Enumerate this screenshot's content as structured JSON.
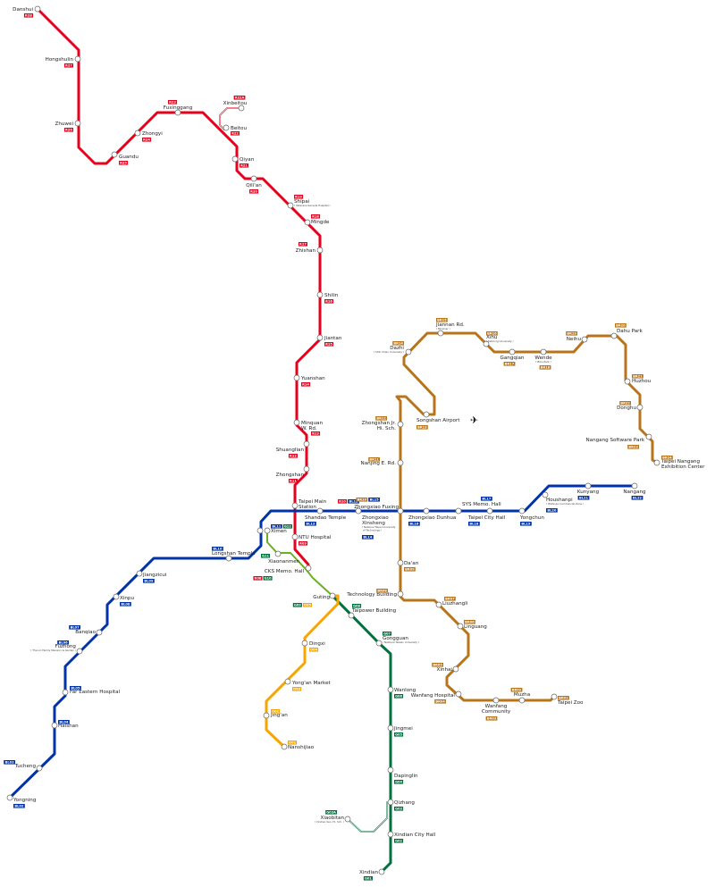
{
  "line_colors": {
    "R": "#e8001c",
    "BL": "#0033a8",
    "G": "#00703c",
    "G_branch": "#6ab023",
    "O": "#f8a500",
    "BR": "#b8741a"
  },
  "icons": {
    "airport": "airport-icon"
  },
  "stations": [
    {
      "name": "Danshui",
      "codes": [
        "R28"
      ]
    },
    {
      "name": "Hongshulin",
      "codes": [
        "R27"
      ]
    },
    {
      "name": "Zhuwei",
      "codes": [
        "R26"
      ]
    },
    {
      "name": "Guandu",
      "codes": [
        "R25"
      ]
    },
    {
      "name": "Zhongyi",
      "codes": [
        "R24"
      ]
    },
    {
      "name": "Fuxinggang",
      "codes": [
        "R23"
      ]
    },
    {
      "name": "Xinbeitou",
      "codes": [
        "R22A"
      ]
    },
    {
      "name": "Beitou",
      "codes": [
        "R22"
      ]
    },
    {
      "name": "Qiyan",
      "codes": [
        "R21"
      ]
    },
    {
      "name": "Qili'an",
      "codes": [
        "R20"
      ]
    },
    {
      "name": "Shipai",
      "sub": "( Veterans General Hospital )",
      "codes": [
        "R19"
      ]
    },
    {
      "name": "Mingde",
      "codes": [
        "R18"
      ]
    },
    {
      "name": "Zhishan",
      "codes": [
        "R17"
      ]
    },
    {
      "name": "Shilin",
      "codes": [
        "R16"
      ]
    },
    {
      "name": "Jiantan",
      "codes": [
        "R15"
      ]
    },
    {
      "name": "Yuanshan",
      "codes": [
        "R14"
      ]
    },
    {
      "name": "Minquan\nW. Rd.",
      "codes": [
        "R13"
      ]
    },
    {
      "name": "Shuanglian",
      "codes": [
        "R12"
      ]
    },
    {
      "name": "Zhongshan",
      "codes": [
        "R11"
      ]
    },
    {
      "name": "Taipei Main\nStation",
      "codes": [
        "R10",
        "BL12"
      ]
    },
    {
      "name": "NTU Hospital",
      "codes": [
        "R09"
      ]
    },
    {
      "name": "CKS Memo. Hall",
      "codes": [
        "R08",
        "G10"
      ]
    },
    {
      "name": "Yongning",
      "codes": [
        "BL02"
      ]
    },
    {
      "name": "Tucheng",
      "codes": [
        "BL03"
      ]
    },
    {
      "name": "Haishan",
      "codes": [
        "BL04"
      ]
    },
    {
      "name": "Far Eastern Hospital",
      "codes": [
        "BL05"
      ]
    },
    {
      "name": "Fuzhong",
      "sub": "( The Lin Family Mansion & Garden )",
      "codes": [
        "BL06"
      ]
    },
    {
      "name": "Banqiao",
      "codes": [
        "BL07"
      ]
    },
    {
      "name": "Xinpu",
      "codes": [
        "BL08"
      ]
    },
    {
      "name": "Jiangzicui",
      "codes": [
        "BL09"
      ]
    },
    {
      "name": "Longshan Temple",
      "codes": [
        "BL10"
      ]
    },
    {
      "name": "Ximen",
      "codes": [
        "BL11",
        "G12"
      ]
    },
    {
      "name": "Shandao Temple",
      "codes": [
        "BL13"
      ]
    },
    {
      "name": "Zhongxiao\nXinsheng",
      "sub": "( National Taipei University\n  of Technology )",
      "codes": [
        "BL14"
      ]
    },
    {
      "name": "Zhongxiao Fuxing",
      "codes": [
        "BR10",
        "BL15"
      ]
    },
    {
      "name": "Zhongxiao Dunhua",
      "codes": [
        "BL16"
      ]
    },
    {
      "name": "SYS Memo. Hall",
      "codes": [
        "BL17"
      ]
    },
    {
      "name": "Taipei City Hall",
      "codes": [
        "BL18"
      ]
    },
    {
      "name": "Yongchun",
      "codes": [
        "BL19"
      ]
    },
    {
      "name": "Houshanpi",
      "sub": "( Wufenpu Commercial Zone )",
      "codes": [
        "BL20"
      ]
    },
    {
      "name": "Kunyang",
      "codes": [
        "BL21"
      ]
    },
    {
      "name": "Nangang",
      "codes": [
        "BL22"
      ]
    },
    {
      "name": "Xiaonanmen",
      "codes": [
        "G11"
      ]
    },
    {
      "name": "Guting",
      "codes": [
        "G09",
        "O05"
      ]
    },
    {
      "name": "Taipower Building",
      "codes": [
        "G08"
      ]
    },
    {
      "name": "Gongguan",
      "sub": "( National Taiwan University )",
      "codes": [
        "G07"
      ]
    },
    {
      "name": "Wanlong",
      "codes": [
        "G06"
      ]
    },
    {
      "name": "Jingmei",
      "codes": [
        "G05"
      ]
    },
    {
      "name": "Dapinglin",
      "codes": [
        "G04"
      ]
    },
    {
      "name": "Qizhang",
      "codes": [
        "G03"
      ]
    },
    {
      "name": "Xiaobitan",
      "sub": "( Xindian Sen. Hi. Sch. )",
      "codes": [
        "G03A"
      ]
    },
    {
      "name": "Xindian City Hall",
      "codes": [
        "G02"
      ]
    },
    {
      "name": "Xindian",
      "codes": [
        "G01"
      ]
    },
    {
      "name": "Dingxi",
      "codes": [
        "O04"
      ]
    },
    {
      "name": "Yong'an Market",
      "codes": [
        "O03"
      ]
    },
    {
      "name": "Jing'an",
      "codes": [
        "O02"
      ]
    },
    {
      "name": "Nanshijiao",
      "codes": [
        "O01"
      ]
    },
    {
      "name": "Taipei Zoo",
      "codes": [
        "BR01"
      ]
    },
    {
      "name": "Muzha",
      "codes": [
        "BR02"
      ]
    },
    {
      "name": "Wanfang\nCommunity",
      "codes": [
        "BR03"
      ]
    },
    {
      "name": "Wanfang Hospital",
      "codes": [
        "BR04"
      ]
    },
    {
      "name": "Xinhai",
      "codes": [
        "BR05"
      ]
    },
    {
      "name": "Linguang",
      "codes": [
        "BR06"
      ]
    },
    {
      "name": "Liuzhangli",
      "codes": [
        "BR07"
      ]
    },
    {
      "name": "Technology Building",
      "codes": [
        "BR08"
      ]
    },
    {
      "name": "Da'an",
      "codes": [
        "BR09"
      ]
    },
    {
      "name": "Nanjing E. Rd.",
      "codes": [
        "BR11"
      ]
    },
    {
      "name": "Zhongshan Jr.\nHi. Sch.",
      "codes": [
        "BR12"
      ]
    },
    {
      "name": "Songshan Airport",
      "codes": [
        "BR13"
      ]
    },
    {
      "name": "Dazhi",
      "sub": "( Shih Chien University )",
      "codes": [
        "BR14"
      ]
    },
    {
      "name": "Jiannan Rd.",
      "sub": "( Miramar )",
      "codes": [
        "BR15"
      ]
    },
    {
      "name": "Xihu",
      "sub": "( Takming University )",
      "codes": [
        "BR16"
      ]
    },
    {
      "name": "Gangqian",
      "codes": [
        "BR17"
      ]
    },
    {
      "name": "Wende",
      "sub": "( Bihu Park )",
      "codes": [
        "BR18"
      ]
    },
    {
      "name": "Neihu",
      "codes": [
        "BR19"
      ]
    },
    {
      "name": "Dahu Park",
      "codes": [
        "BR20"
      ]
    },
    {
      "name": "Huzhou",
      "codes": [
        "BR21"
      ]
    },
    {
      "name": "Donghu",
      "codes": [
        "BR22"
      ]
    },
    {
      "name": "Nangang Software Park",
      "codes": [
        "BR23"
      ]
    },
    {
      "name": "Taipei Nangang\nExhibition Center",
      "codes": [
        "BR24"
      ]
    }
  ]
}
